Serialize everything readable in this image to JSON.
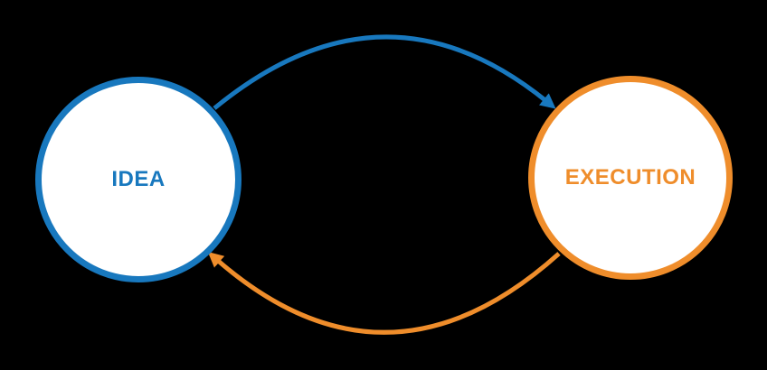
{
  "colors": {
    "background": "#000000",
    "blue": "#1878BE",
    "orange": "#EF8D2B",
    "node_fill": "#FFFFFF"
  },
  "nodes": {
    "idea": {
      "label": "IDEA"
    },
    "execution": {
      "label": "EXECUTION"
    }
  },
  "edges": {
    "top": {
      "from": "IDEA",
      "to": "EXECUTION",
      "shape": "arc-over-top",
      "arrowhead": "filled-triangle"
    },
    "bottom": {
      "from": "EXECUTION",
      "to": "IDEA",
      "shape": "arc-under-bottom",
      "arrowhead": "filled-triangle"
    }
  }
}
